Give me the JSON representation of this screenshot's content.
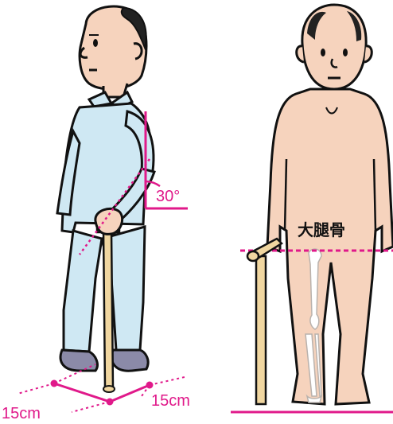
{
  "labels": {
    "angle": "30°",
    "cm_left": "15cm",
    "cm_right": "15cm",
    "bone": "大腿骨"
  },
  "colors": {
    "guide_magenta": "#e0198a",
    "shirt_blue": "#cfe8f3",
    "skin_tone": "#f6d3bd",
    "cane_tan": "#f0d6a0",
    "outline": "#111111",
    "shoe_purple": "#8b8aa8"
  }
}
